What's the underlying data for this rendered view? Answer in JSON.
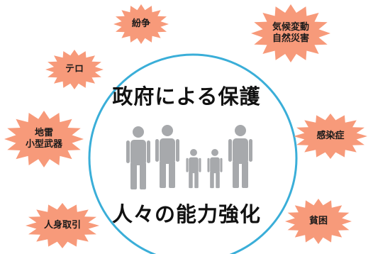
{
  "center": {
    "top_text": "政府による保護",
    "bottom_text": "人々の能力強化"
  },
  "threats": [
    {
      "id": "conflict",
      "lines": [
        "紛争"
      ]
    },
    {
      "id": "climate",
      "lines": [
        "気候変動",
        "自然災害"
      ]
    },
    {
      "id": "terror",
      "lines": [
        "テロ"
      ]
    },
    {
      "id": "landmine",
      "lines": [
        "地雷",
        "小型武器"
      ]
    },
    {
      "id": "infection",
      "lines": [
        "感染症"
      ]
    },
    {
      "id": "trafficking",
      "lines": [
        "人身取引"
      ]
    },
    {
      "id": "poverty",
      "lines": [
        "貧困"
      ]
    }
  ],
  "colors": {
    "burst_fill": "#f79a7a",
    "circle_stroke": "#3aaed8",
    "people_fill": "#a7a9ac",
    "text": "#1a1a1a"
  },
  "icons": {
    "burst": "starburst-icon",
    "people": "family-people-icon"
  }
}
